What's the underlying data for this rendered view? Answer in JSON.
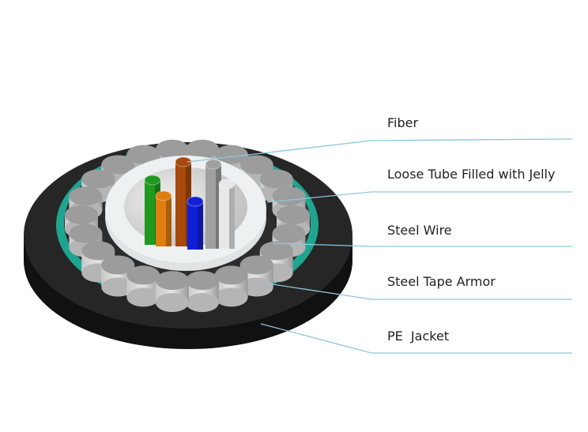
{
  "labels": {
    "fiber": "Fiber",
    "loose_tube": "Loose Tube Filled with Jelly",
    "steel_wire": "Steel Wire",
    "steel_tape": "Steel Tape Armor",
    "pe_jacket": "PE  Jacket"
  },
  "colors": {
    "jacket": "#1e1e1e",
    "tape": "#1fa58f",
    "wire": "#9a9a9a",
    "tube": "#eef1f1",
    "leader": "#8ec6dc",
    "fibers": [
      "#1f9a1f",
      "#e07e10",
      "#a8480a",
      "#1020d8",
      "#a0a0a0",
      "#e8e8e8"
    ]
  }
}
